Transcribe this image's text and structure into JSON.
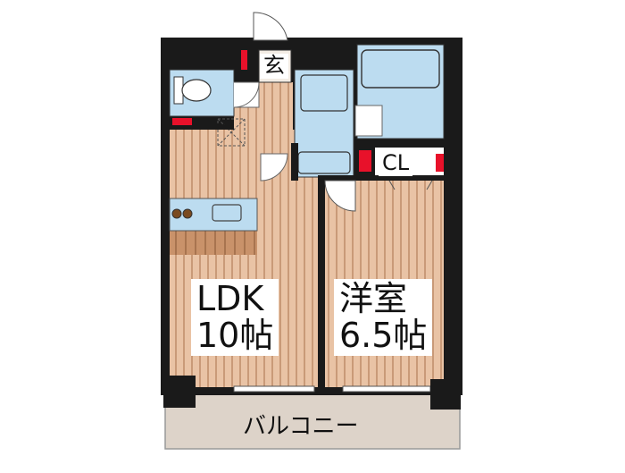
{
  "rooms": {
    "entrance": {
      "label": "玄"
    },
    "closet": {
      "label": "CL"
    },
    "ldk": {
      "name": "LDK",
      "size": "10帖"
    },
    "western": {
      "name": "洋室",
      "size": "6.5帖"
    },
    "balcony": {
      "label": "バルコニー"
    }
  },
  "colors": {
    "wall": "#1a1a1a",
    "floor_wood": "#e9c3a5",
    "floor_stripe": "#c99a78",
    "kitchen_counter": "#c9926a",
    "wet_area": "#bcdcf0",
    "pillar_red": "#e8112a",
    "balcony": "#ddd3c9",
    "entrance_floor": "#f3ece4"
  }
}
